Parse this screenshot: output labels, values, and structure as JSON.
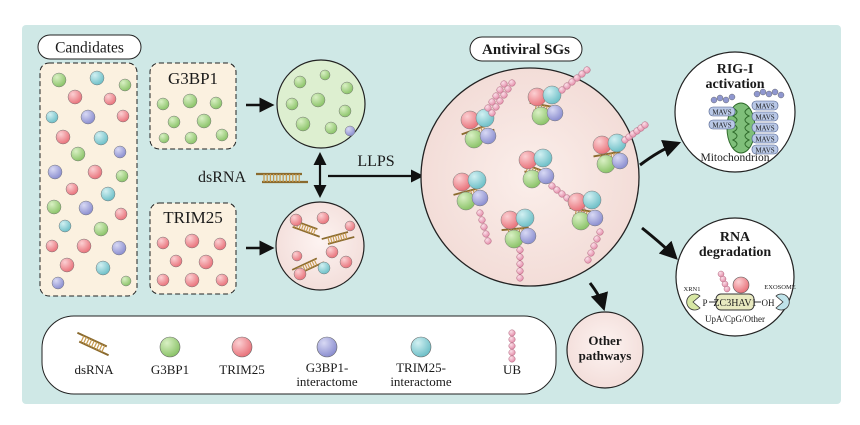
{
  "candidates_label": "Candidates",
  "g3bp1_box_label": "G3BP1",
  "trim25_box_label": "TRIM25",
  "dsrna_label": "dsRNA",
  "llps_label": "LLPS",
  "antiviral_sgs_label": "Antiviral SGs",
  "rig_i": {
    "title_line1": "RIG-I",
    "title_line2": "activation",
    "mavs_label": "MAVS",
    "mito_label": "Mitochondrion"
  },
  "rna_deg": {
    "title_line1": "RNA",
    "title_line2": "degradation",
    "xrn1_label": "XRN1",
    "exosome_label": "EXOSOME",
    "zc3hav1_label": "ZC3HAV1",
    "p_label": "P",
    "oh_label": "OH",
    "motif_label": "UpA/CpG/Other"
  },
  "other": {
    "line1": "Other",
    "line2": "pathways"
  },
  "legend": {
    "dsrna": "dsRNA",
    "g3bp1": "G3BP1",
    "trim25": "TRIM25",
    "g3bp1_inter_line1": "G3BP1-",
    "g3bp1_inter_line2": "interactome",
    "trim25_inter_line1": "TRIM25-",
    "trim25_inter_line2": "interactome",
    "ub": "UB"
  },
  "colors": {
    "panel_bg": "#cfe8e6",
    "g3bp1": "#9fcf7e",
    "trim25": "#ee8f95",
    "g3bp1_interactome": "#9fa2d9",
    "trim25_interactome": "#8fd0d6",
    "ub": "#eea9bf",
    "dsrna": "#c69a4e",
    "box_fill": "#fbf1e0",
    "circle_fill": "#f5e6e4"
  }
}
